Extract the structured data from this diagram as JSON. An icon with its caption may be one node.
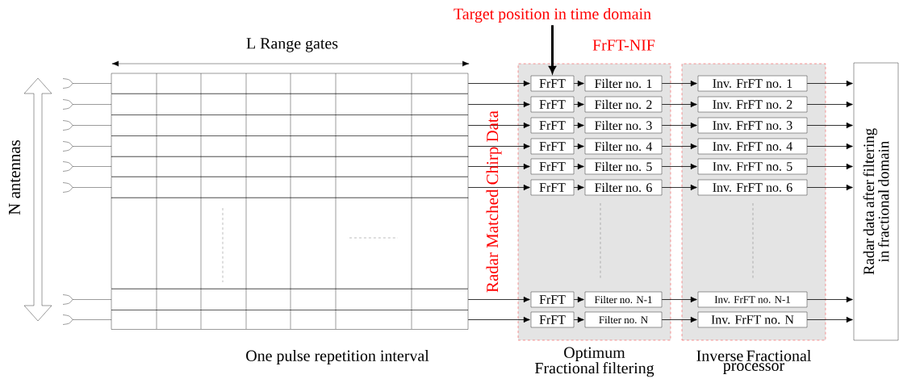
{
  "diagram": {
    "nodes": [
      {
        "text": [],
        "shape": "box"
      },
      {
        "text": [],
        "shape": "box"
      },
      {
        "text": [],
        "shape": "box"
      },
      {
        "text": [],
        "shape": "box"
      },
      {
        "text": [],
        "shape": "box"
      },
      {
        "text": [],
        "shape": "box"
      },
      {
        "text": [],
        "shape": "box"
      },
      {
        "text": [],
        "shape": "box"
      },
      {
        "text": [
          "Optimum Fractional filtering"
        ]
      },
      {
        "text": [
          "FrFT"
        ],
        "in": 8
      },
      {
        "text": [
          "FrFT"
        ],
        "in": 8
      },
      {
        "text": [
          "FrFT"
        ],
        "in": 8
      },
      {
        "text": [
          "FrFT"
        ],
        "in": 8
      },
      {
        "text": [
          "FrFT"
        ],
        "in": 8
      },
      {
        "text": [
          "FrFT"
        ],
        "in": 8
      },
      {
        "text": [
          "FrFT"
        ],
        "in": 8
      },
      {
        "text": [
          "FrFT"
        ],
        "in": 8
      },
      {
        "text": [
          "Filter no. 1"
        ],
        "in": 8
      },
      {
        "text": [
          "Filter no. 2"
        ],
        "in": 8
      },
      {
        "text": [
          "Filter no. 3"
        ],
        "in": 8
      },
      {
        "text": [
          "Filter no. 4"
        ],
        "in": 8
      },
      {
        "text": [
          "Filter no. 5"
        ],
        "in": 8
      },
      {
        "text": [
          "Filter no. 6"
        ],
        "in": 8
      },
      {
        "text": [
          "Filter no. N-1"
        ],
        "in": 8
      },
      {
        "text": [
          "Filter no. N"
        ],
        "in": 8
      },
      {
        "text": [
          "Inverse Fractional processor"
        ]
      },
      {
        "text": [
          "Inv. FrFT no. 1"
        ],
        "in": 25
      },
      {
        "text": [
          "Inv. FrFT no. 2"
        ],
        "in": 25
      },
      {
        "text": [
          "Inv. FrFT no. 3"
        ],
        "in": 25
      },
      {
        "text": [
          "Inv. FrFT no. 4"
        ],
        "in": 25
      },
      {
        "text": [
          "Inv. FrFT no. 5"
        ],
        "in": 25
      },
      {
        "text": [
          "Inv. FrFT no. 6"
        ],
        "in": 25
      },
      {
        "text": [
          "Inv. FrFT  no. N-1"
        ],
        "in": 25
      },
      {
        "text": [
          "Inv. FrFT no. N"
        ],
        "in": 25
      },
      {
        "text": [
          "Radar data after filtering in fractional domain"
        ]
      },
      {
        "text": [
          "Target position in time domain"
        ]
      }
    ],
    "edges": [
      {
        "from": 35,
        "to": 9,
        "arrow": "to",
        "style": "thick"
      },
      {
        "from": 0,
        "to": 9,
        "arrow": "to"
      },
      {
        "from": 1,
        "to": 10,
        "arrow": "to"
      },
      {
        "from": 2,
        "to": 11,
        "arrow": "to"
      },
      {
        "from": 3,
        "to": 12,
        "arrow": "to"
      },
      {
        "from": 4,
        "to": 13,
        "arrow": "to"
      },
      {
        "from": 5,
        "to": 14,
        "arrow": "to"
      },
      {
        "from": 6,
        "to": 15,
        "arrow": "to"
      },
      {
        "from": 7,
        "to": 16,
        "arrow": "to"
      },
      {
        "from": 9,
        "to": 17,
        "arrow": "to"
      },
      {
        "from": 10,
        "to": 18,
        "arrow": "to"
      },
      {
        "from": 11,
        "to": 19,
        "arrow": "to"
      },
      {
        "from": 12,
        "to": 20,
        "arrow": "to"
      },
      {
        "from": 13,
        "to": 21,
        "arrow": "to"
      },
      {
        "from": 14,
        "to": 22,
        "arrow": "to"
      },
      {
        "from": 15,
        "to": 23,
        "arrow": "to"
      },
      {
        "from": 16,
        "to": 24,
        "arrow": "to"
      },
      {
        "from": 17,
        "to": 26,
        "arrow": "to"
      },
      {
        "from": 18,
        "to": 27,
        "arrow": "to"
      },
      {
        "from": 19,
        "to": 28,
        "arrow": "to"
      },
      {
        "from": 20,
        "to": 29,
        "arrow": "to"
      },
      {
        "from": 21,
        "to": 30,
        "arrow": "to"
      },
      {
        "from": 22,
        "to": 31,
        "arrow": "to"
      },
      {
        "from": 23,
        "to": 32,
        "arrow": "to"
      },
      {
        "from": 24,
        "to": 33,
        "arrow": "to"
      },
      {
        "from": 26,
        "to": 34,
        "arrow": "to"
      },
      {
        "from": 27,
        "to": 34,
        "arrow": "to"
      },
      {
        "from": 28,
        "to": 34,
        "arrow": "to"
      },
      {
        "from": 29,
        "to": 34,
        "arrow": "to"
      },
      {
        "from": 30,
        "to": 34,
        "arrow": "to"
      },
      {
        "from": 31,
        "to": 34,
        "arrow": "to"
      },
      {
        "from": 32,
        "to": 34,
        "arrow": "to"
      },
      {
        "from": 33,
        "to": 34,
        "arrow": "to"
      }
    ],
    "labels": [
      "L Range gates",
      "FrFT-NIF",
      "N antennas",
      "Radar Matched Chirp Data",
      "One pulse repetition interval"
    ]
  }
}
